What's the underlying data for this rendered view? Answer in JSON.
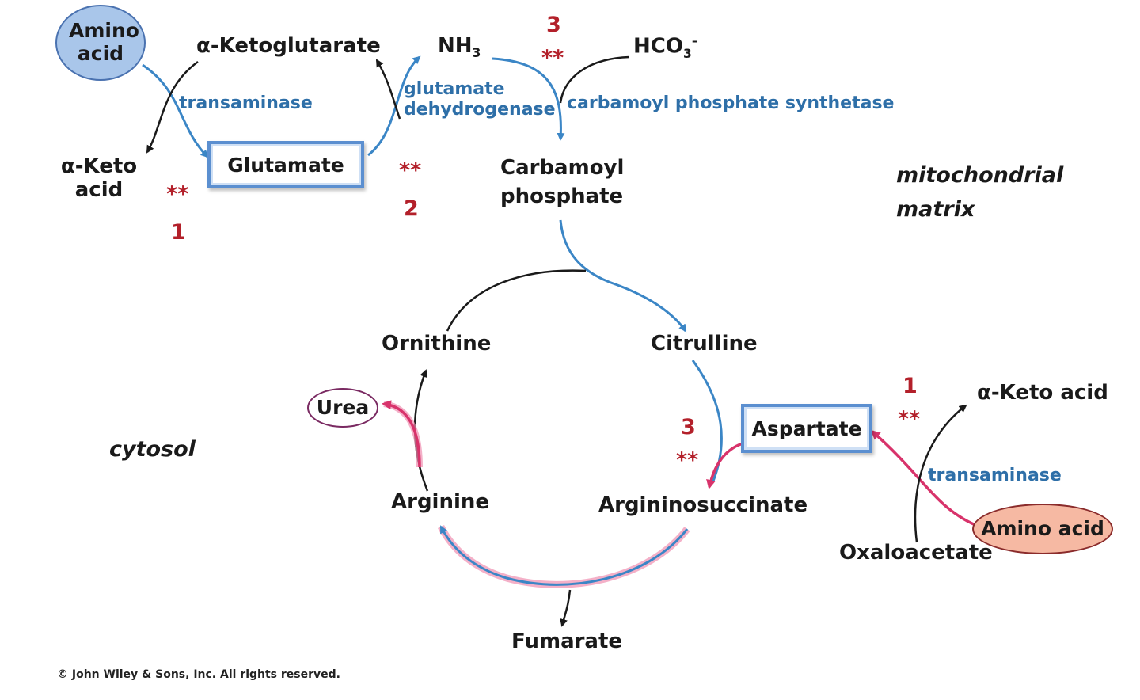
{
  "mito": {
    "amino_acid": "Amino acid",
    "alpha_ketoglutarate": "α-Ketoglutarate",
    "transaminase": "transaminase",
    "alpha_keto_acid": "α-Keto acid",
    "glutamate": "Glutamate",
    "step1_stars": "**",
    "step1_num": "1",
    "glutamate_dehydrogenase": "glutamate dehydrogenase",
    "step2_stars": "**",
    "step2_num": "2",
    "nh3": "NH",
    "nh3_sub": "3",
    "step3_num": "3",
    "step3_stars": "**",
    "hco3": "HCO",
    "hco3_sub": "3",
    "hco3_sup": "–",
    "cps": "carbamoyl phosphate synthetase",
    "carbamoyl_phosphate": "Carbamoyl phosphate",
    "compartment": "mitochondrial matrix"
  },
  "cycle": {
    "ornithine": "Ornithine",
    "citrulline": "Citrulline",
    "urea": "Urea",
    "arginine": "Arginine",
    "argininosuccinate": "Argininosuccinate",
    "fumarate": "Fumarate",
    "step3_num": "3",
    "step3_stars": "**"
  },
  "cytosol": {
    "compartment": "cytosol",
    "aspartate": "Aspartate",
    "step1_num": "1",
    "step1_stars": "**",
    "alpha_keto_acid": "α-Keto acid",
    "transaminase": "transaminase",
    "amino_acid": "Amino acid",
    "oxaloacetate": "Oxaloacetate"
  },
  "copyright": "© John Wiley & Sons, Inc. All rights reserved.",
  "colors": {
    "blue_arrow": "#3b86c6",
    "pink_arrow": "#d8336b",
    "black_arrow": "#1a1a1a",
    "amino_fill": "#a9c6ea",
    "amino2_fill": "#f6b9a3"
  }
}
